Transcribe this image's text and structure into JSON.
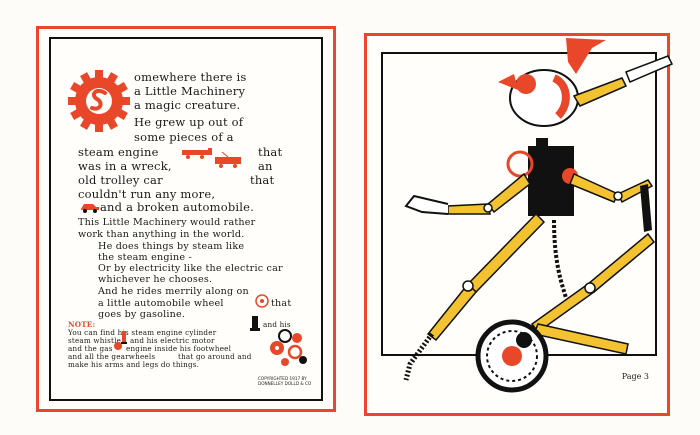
{
  "left_page": {
    "lines": [
      "omewhere there is",
      "a Little Machinery",
      "a magic creature.",
      "He grew up out of",
      "some pieces of a",
      "steam engine",
      "that",
      "was in a wreck,",
      "an",
      "old trolley car",
      "that",
      "couldn't run any more,",
      "and a broken automobile.",
      "This Little Machinery would rather",
      "work than anything in the world.",
      "He does things by steam like",
      "the steam engine -",
      "Or by electricity like the electric car",
      "whichever he chooses.",
      "And he rides merrily along on",
      "a little automobile wheel",
      "that",
      "goes by gasoline."
    ],
    "note_label": "NOTE:",
    "note_lines": [
      "You can find his steam engine cylinder",
      "and his",
      "steam whistle",
      "and his electric motor",
      "and the gas",
      "engine inside his footwheel",
      "and all the gearwheels",
      "that go around and",
      "make his arms and legs do things."
    ],
    "copyright_lines": [
      "COPYRIGHTED 1917 BY",
      "DONNELLEY DOLLD & CO"
    ]
  },
  "right_page": {
    "page_label": "Page 3"
  },
  "colors": {
    "accent_red": "#e8472a",
    "robot_yellow": "#f2c230",
    "ink": "#1a1a1a"
  }
}
